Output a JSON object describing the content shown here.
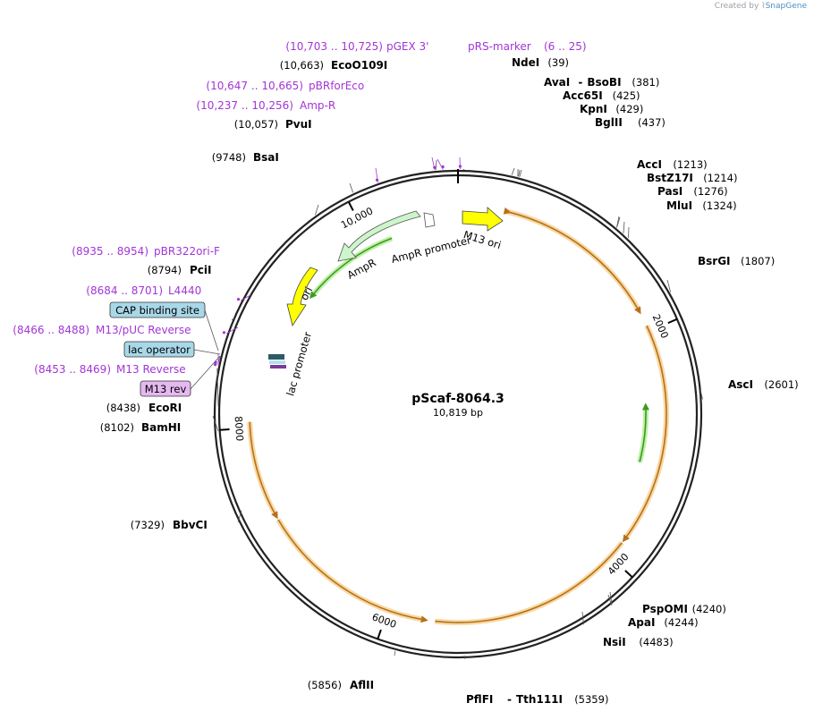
{
  "credit": {
    "prefix": "Created by",
    "brand": "SnapGene"
  },
  "plasmid": {
    "name": "pScaf-8064.3",
    "length_label": "10,819 bp",
    "length": 10819
  },
  "colors": {
    "backbone": "#222222",
    "primer": "#a335d6",
    "orange": "#e8a33a",
    "green": "#3c9a1e",
    "yellow": "#ffff00",
    "ampr": "#ccf5cc",
    "box_blue": "#a8d8e8",
    "box_purple": "#e5b8f0"
  },
  "ticks": [
    {
      "label": "2000",
      "pos": 2000
    },
    {
      "label": "4000",
      "pos": 4000
    },
    {
      "label": "6000",
      "pos": 6000
    },
    {
      "label": "8000",
      "pos": 8000
    },
    {
      "label": "10,000",
      "pos": 10000
    }
  ],
  "enzymes_right": [
    {
      "name": "NdeI",
      "pos_label": "(39)",
      "pos": 39
    },
    {
      "name": "AvaI",
      "name2": "BsoBI",
      "pos_label": "(381)",
      "pos": 381
    },
    {
      "name": "Acc65I",
      "pos_label": "(425)",
      "pos": 425
    },
    {
      "name": "KpnI",
      "pos_label": "(429)",
      "pos": 429
    },
    {
      "name": "BglII",
      "pos_label": "(437)",
      "pos": 437
    },
    {
      "name": "AccI",
      "pos_label": "(1213)",
      "pos": 1213
    },
    {
      "name": "BstZ17I",
      "pos_label": "(1214)",
      "pos": 1214
    },
    {
      "name": "PasI",
      "pos_label": "(1276)",
      "pos": 1276
    },
    {
      "name": "MluI",
      "pos_label": "(1324)",
      "pos": 1324
    },
    {
      "name": "BsrGI",
      "pos_label": "(1807)",
      "pos": 1807
    },
    {
      "name": "AscI",
      "pos_label": "(2601)",
      "pos": 2601
    },
    {
      "name": "PspOMI",
      "pos_label": "(4240)",
      "pos": 4240
    },
    {
      "name": "ApaI",
      "pos_label": "(4244)",
      "pos": 4244
    },
    {
      "name": "NsiI",
      "pos_label": "(4483)",
      "pos": 4483
    },
    {
      "name": "PflFI",
      "name2": "Tth111I",
      "pos_label": "(5359)",
      "pos": 5359
    }
  ],
  "enzymes_left": [
    {
      "name": "AflII",
      "pos_label": "(5856)",
      "pos": 5856
    },
    {
      "name": "BbvCI",
      "pos_label": "(7329)",
      "pos": 7329
    },
    {
      "name": "BamHI",
      "pos_label": "(8102)",
      "pos": 8102
    },
    {
      "name": "EcoRI",
      "pos_label": "(8438)",
      "pos": 8438
    },
    {
      "name": "PciI",
      "pos_label": "(8794)",
      "pos": 8794
    },
    {
      "name": "BsaI",
      "pos_label": "(9748)",
      "pos": 9748
    },
    {
      "name": "PvuI",
      "pos_label": "(10,057)",
      "pos": 10057
    },
    {
      "name": "EcoO109I",
      "pos_label": "(10,663)",
      "pos": 10663
    }
  ],
  "primers": [
    {
      "name": "pGEX 3'",
      "range": "(10,703 .. 10,725)",
      "pos": 10714
    },
    {
      "name": "pRS-marker",
      "range": "(6 .. 25)",
      "pos": 15
    },
    {
      "name": "pBRforEco",
      "range": "(10,647 .. 10,665)",
      "pos": 10656
    },
    {
      "name": "Amp-R",
      "range": "(10,237 .. 10,256)",
      "pos": 10246
    },
    {
      "name": "pBR322ori-F",
      "range": "(8935 .. 8954)",
      "pos": 8944
    },
    {
      "name": "L4440",
      "range": "(8684 .. 8701)",
      "pos": 8692
    },
    {
      "name": "M13/pUC Reverse",
      "range": "(8466 .. 8488)",
      "pos": 8477
    },
    {
      "name": "M13 Reverse",
      "range": "(8453 .. 8469)",
      "pos": 8461
    }
  ],
  "boxed_features": [
    {
      "name": "CAP binding site",
      "style": "blue"
    },
    {
      "name": "lac operator",
      "style": "blue"
    },
    {
      "name": "M13 rev",
      "style": "purple"
    }
  ],
  "inner_features": [
    {
      "name": "M13 ori"
    },
    {
      "name": "AmpR"
    },
    {
      "name": "AmpR promoter"
    },
    {
      "name": "ori"
    },
    {
      "name": "lac promoter"
    }
  ]
}
